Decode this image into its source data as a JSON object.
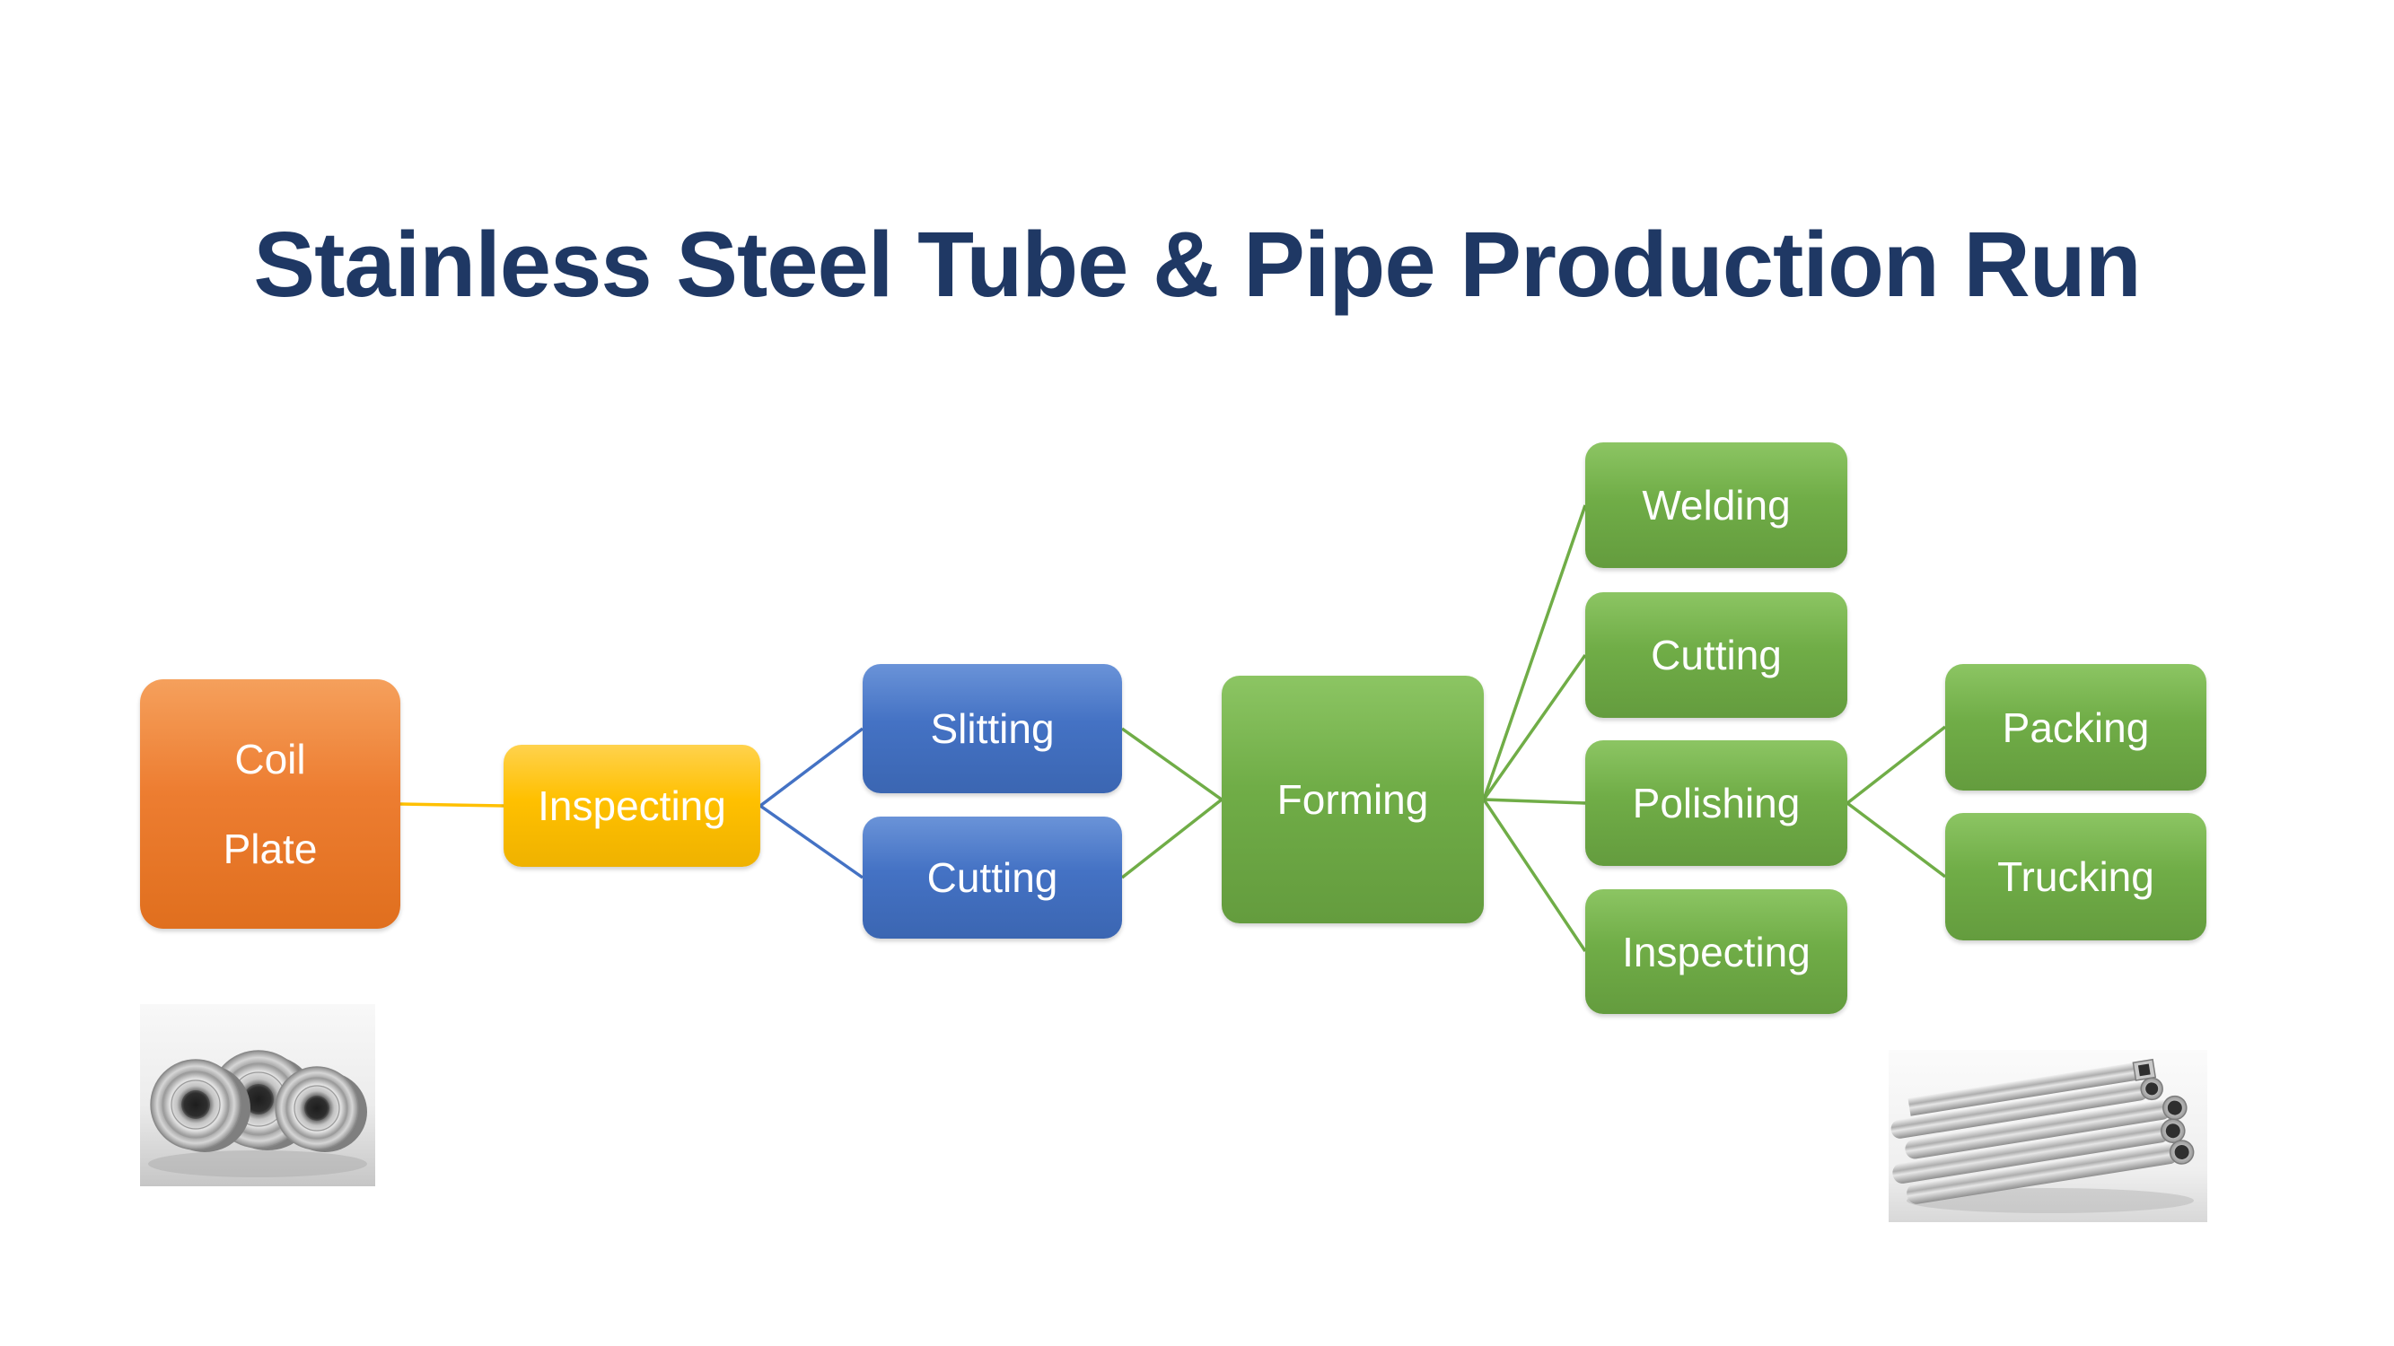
{
  "title": "Stainless Steel Tube & Pipe Production Run",
  "colors": {
    "title_text": "#1F3864",
    "orange": "#ED7D31",
    "gold": "#FFC000",
    "blue": "#4472C4",
    "green": "#70AD47",
    "node_text": "#FFFFFF"
  },
  "nodes": {
    "coil_plate": {
      "label_line1": "Coil",
      "label_line2": "Plate",
      "color": "#ED7D31"
    },
    "inspecting1": {
      "label": "Inspecting",
      "color": "#FFC000"
    },
    "slitting": {
      "label": "Slitting",
      "color": "#4472C4"
    },
    "cutting_blue": {
      "label": "Cutting",
      "color": "#4472C4"
    },
    "forming": {
      "label": "Forming",
      "color": "#70AD47"
    },
    "welding": {
      "label": "Welding",
      "color": "#70AD47"
    },
    "cutting_green": {
      "label": "Cutting",
      "color": "#70AD47"
    },
    "polishing": {
      "label": "Polishing",
      "color": "#70AD47"
    },
    "inspecting2": {
      "label": "Inspecting",
      "color": "#70AD47"
    },
    "packing": {
      "label": "Packing",
      "color": "#70AD47"
    },
    "trucking": {
      "label": "Trucking",
      "color": "#70AD47"
    }
  },
  "edges": [
    {
      "from": "coil_plate",
      "to": "inspecting1",
      "color": "#FFC000"
    },
    {
      "from": "inspecting1",
      "to": "slitting",
      "color": "#4472C4"
    },
    {
      "from": "inspecting1",
      "to": "cutting_blue",
      "color": "#4472C4"
    },
    {
      "from": "slitting",
      "to": "forming",
      "color": "#70AD47"
    },
    {
      "from": "cutting_blue",
      "to": "forming",
      "color": "#70AD47"
    },
    {
      "from": "forming",
      "to": "welding",
      "color": "#70AD47"
    },
    {
      "from": "forming",
      "to": "cutting_green",
      "color": "#70AD47"
    },
    {
      "from": "forming",
      "to": "polishing",
      "color": "#70AD47"
    },
    {
      "from": "forming",
      "to": "inspecting2",
      "color": "#70AD47"
    },
    {
      "from": "polishing",
      "to": "packing",
      "color": "#70AD47"
    },
    {
      "from": "polishing",
      "to": "trucking",
      "color": "#70AD47"
    }
  ],
  "images": {
    "coils": "steel-coils-photo",
    "tubes": "steel-tubes-pipes-photo"
  }
}
